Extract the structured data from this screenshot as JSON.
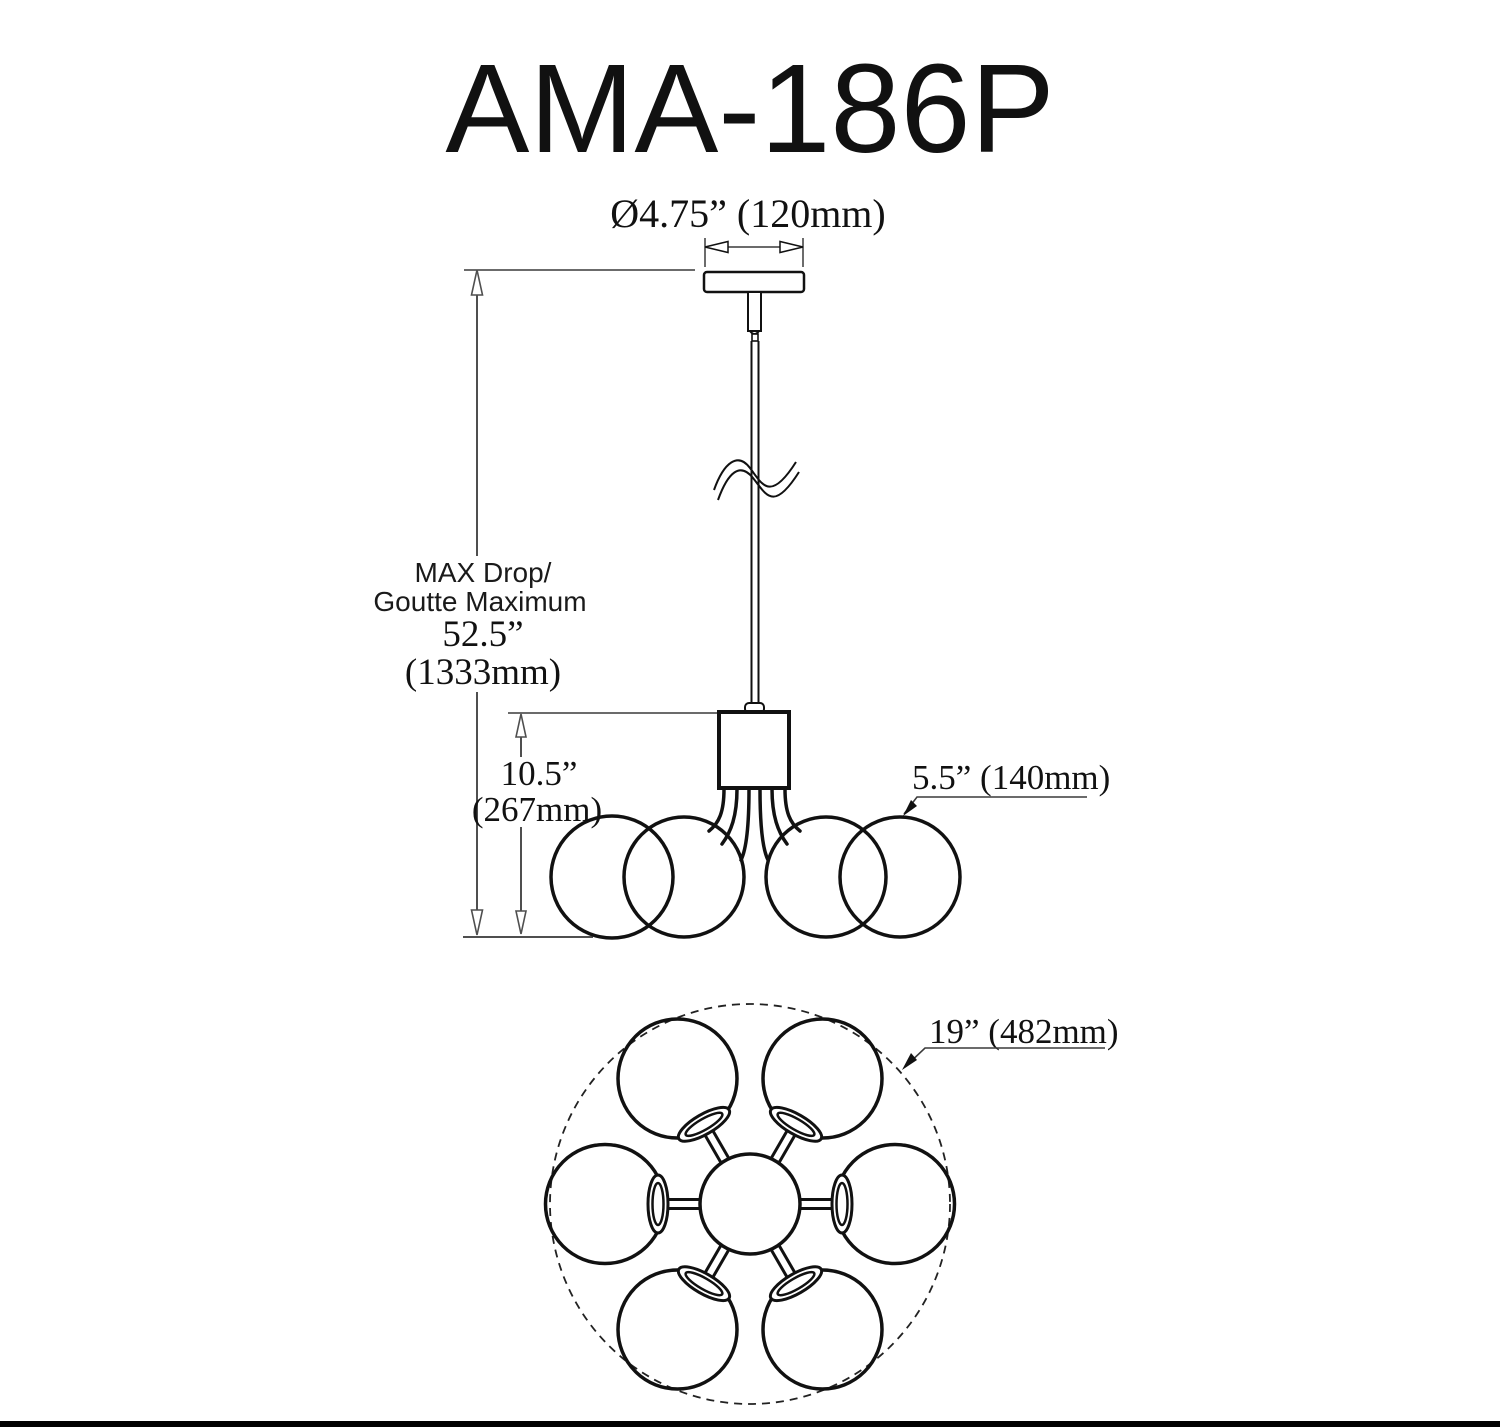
{
  "labels": {
    "title": "AMA-186P",
    "canopy_diameter": "Ø4.75” (120mm)",
    "max_drop_line1": "MAX Drop/",
    "max_drop_line2": "Goutte Maximum",
    "max_drop_inches": "52.5”",
    "max_drop_mm": "(1333mm)",
    "body_drop_inches": "10.5”",
    "body_drop_mm": "(267mm)",
    "globe_arm_length": "5.5” (140mm)",
    "fixture_diameter": "19” (482mm)"
  },
  "colors": {
    "line": "#111111",
    "dimension_line": "#4f4f4f",
    "background": "#ffffff"
  }
}
